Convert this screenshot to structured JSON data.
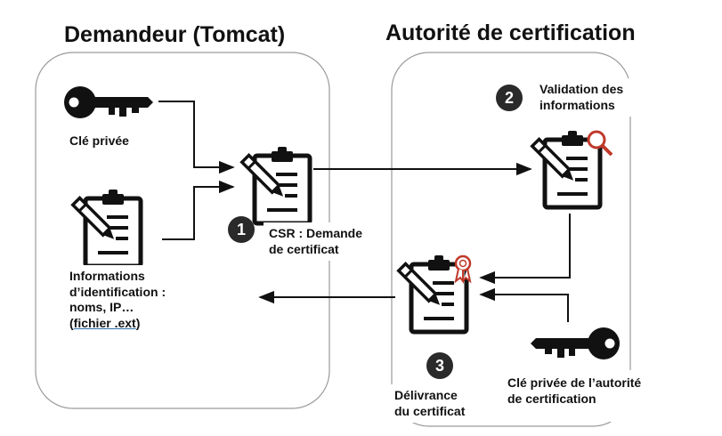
{
  "titles": {
    "requester": "Demandeur (Tomcat)",
    "authority": "Autorité de certification"
  },
  "labels": {
    "private_key": "Clé privée",
    "identification": [
      "Informations",
      "d’identification  :",
      "noms, IP…"
    ],
    "identification_file_open": "(",
    "identification_file": "fichier .ext",
    "identification_file_close": ")",
    "csr": [
      "CSR : Demande",
      "de certificat"
    ],
    "validation": [
      "Validation des",
      "informations"
    ],
    "delivery": [
      "Délivrance",
      "du certificat"
    ],
    "ca_private_key": [
      "Clé privée de l’autorité",
      "de certification"
    ]
  },
  "steps": {
    "one": "1",
    "two": "2",
    "three": "3"
  },
  "icons": {
    "key": "key-icon",
    "document": "clipboard-pen-icon",
    "validate": "clipboard-magnifier-icon",
    "certificate": "clipboard-ribbon-icon"
  },
  "colors": {
    "stroke": "#111111",
    "panel_border": "#9a9a9a",
    "accent_red": "#c0392b"
  }
}
